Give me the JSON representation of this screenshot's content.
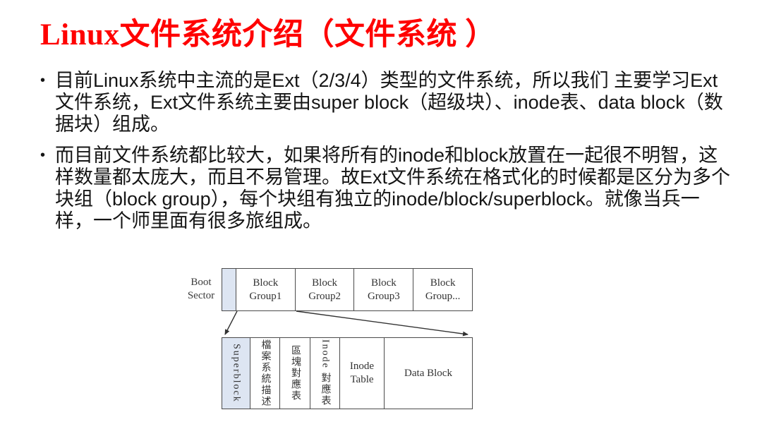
{
  "slide": {
    "title": "Linux文件系统介绍（文件系统 ）",
    "bullet_char": "•",
    "bullets": [
      "目前Linux系统中主流的是Ext（2/3/4）类型的文件系统，所以我们 主要学习Ext文件系统，Ext文件系统主要由super block（超级块）、inode表、data block（数据块）组成。",
      "而目前文件系统都比较大，如果将所有的inode和block放置在一起很不明智，这样数量都太庞大，而且不易管理。故Ext文件系统在格式化的时候都是区分为多个块组（block group），每个块组有独立的inode/block/superblock。就像当兵一样，一个师里面有很多旅组成。"
    ]
  },
  "diagram": {
    "boot_sector_label": "Boot Sector",
    "top_cells": [
      "Block Group1",
      "Block Group2",
      "Block Group3",
      "Block Group..."
    ],
    "bottom_cells": [
      "Superblock",
      "檔案系統描述",
      "區塊對應表",
      "Inode 對應表",
      "Inode Table",
      "Data Block"
    ]
  },
  "colors": {
    "title_red": "#ff0000",
    "body_text": "#151515",
    "diagram_border": "#4b4b4b",
    "shaded_cell_blue": "#dde5f2",
    "background": "#ffffff"
  }
}
